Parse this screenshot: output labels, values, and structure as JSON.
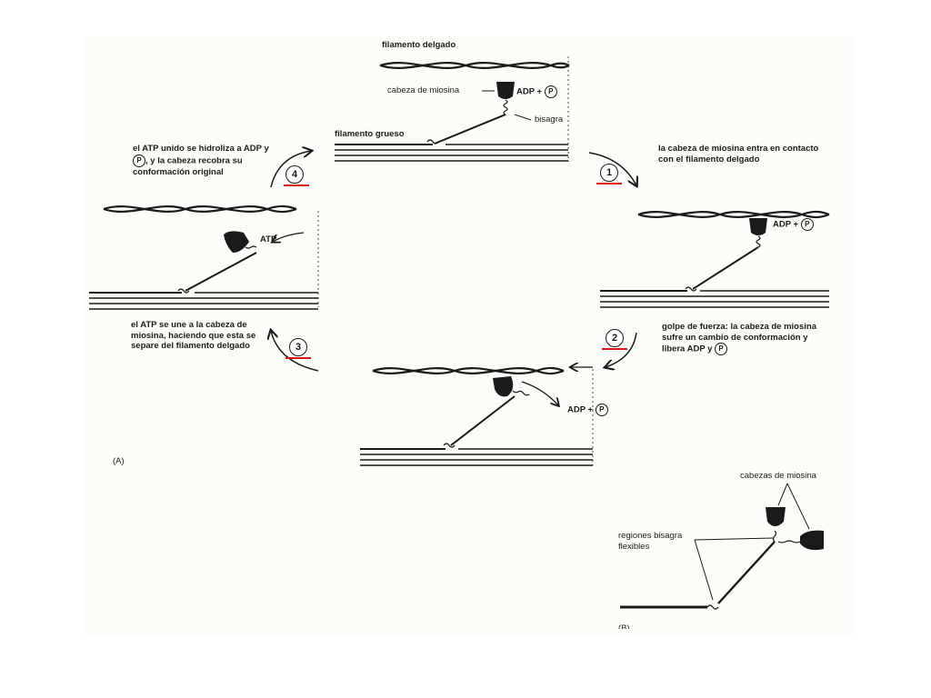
{
  "labels": {
    "thin_filament_top": "filamento delgado",
    "myosin_head": "cabeza de miosina",
    "adp": "ADP",
    "plus": "+",
    "p": "P",
    "hinge": "bisagra",
    "thick_filament": "filamento grueso",
    "atp": "ATP",
    "panel_a": "(A)",
    "myosin_heads": "cabezas de miosina",
    "hinge_regions": "regiones bisagra flexibles",
    "panel_b_partial": "(B)"
  },
  "steps": {
    "step1": {
      "number": "1",
      "text_before_p": "la cabeza de miosina entra en contacto con el filamento delgado"
    },
    "step2": {
      "number": "2",
      "text_before_p": "golpe de fuerza: la cabeza de miosina sufre un cambio de conformación y libera ADP y"
    },
    "step3": {
      "number": "3",
      "text_before_p": "el ATP se une a la cabeza de miosina, haciendo que esta se separe del filamento delgado"
    },
    "step4": {
      "number": "4",
      "text_before_p": "el ATP unido se hidroliza a ADP y",
      "text_after_p": ", y la cabeza recobra su conformación original"
    }
  },
  "colors": {
    "ink": "#1a1a1a",
    "step_underline": "#d01818",
    "paper": "#fdfcf8"
  }
}
